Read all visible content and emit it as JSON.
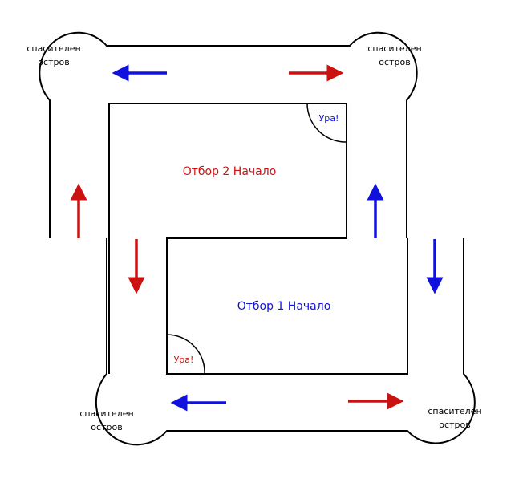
{
  "diagram": {
    "safe_island": {
      "line1": "спасителен",
      "line2": "остров"
    },
    "team2": {
      "start_label": "Отбор 2 Начало",
      "hooray": "Ура!",
      "color": "#cc1111"
    },
    "team1": {
      "start_label": "Отбор 1 Начало",
      "hooray": "Ура!",
      "color": "#1111dd"
    }
  }
}
